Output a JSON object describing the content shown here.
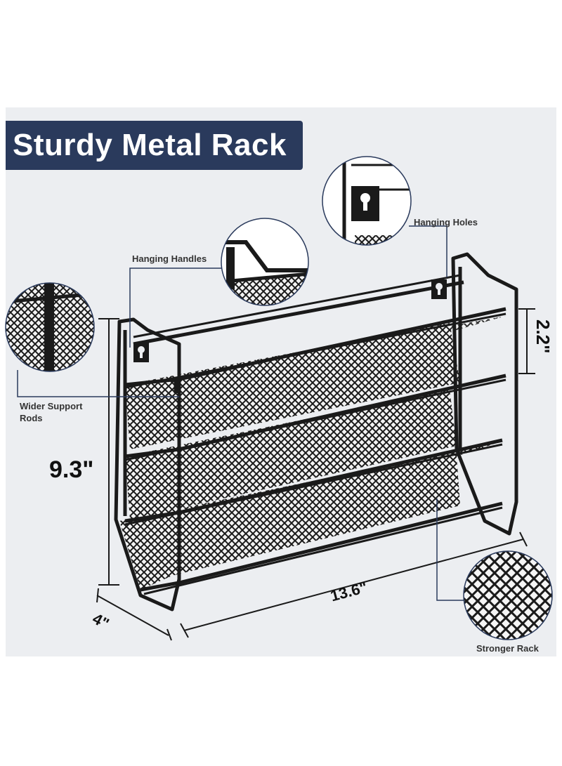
{
  "title": "Sturdy Metal Rack",
  "callouts": {
    "hanging_holes": "Hanging Holes",
    "hanging_handles": "Hanging Handles",
    "wider_support_rods_line1": "Wider Support",
    "wider_support_rods_line2": "Rods",
    "stronger_rack": "Stronger Rack"
  },
  "dimensions": {
    "height": "9.3\"",
    "shelf_gap": "2.2\"",
    "width": "13.6\"",
    "depth": "4\""
  },
  "colors": {
    "title_bg": "#2a3a5c",
    "panel_bg": "#eceef1",
    "metal": "#1a1a1a"
  }
}
